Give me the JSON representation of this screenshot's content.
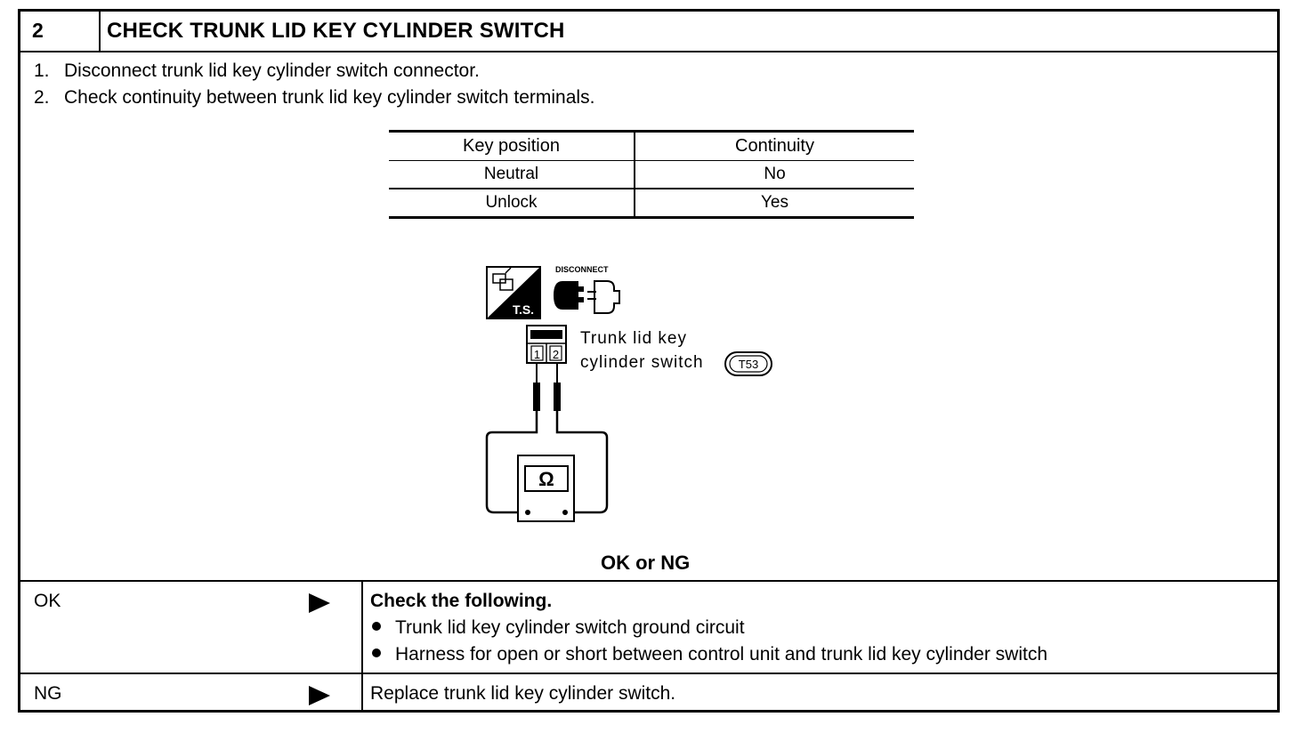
{
  "header": {
    "step_number": "2",
    "title": "CHECK TRUNK LID KEY CYLINDER SWITCH"
  },
  "steps": [
    {
      "num": "1.",
      "text": "Disconnect trunk lid key cylinder switch connector."
    },
    {
      "num": "2.",
      "text": "Check continuity between trunk lid key cylinder switch terminals."
    }
  ],
  "table": {
    "headers": [
      "Key position",
      "Continuity"
    ],
    "rows": [
      [
        "Neutral",
        "No"
      ],
      [
        "Unlock",
        "Yes"
      ]
    ]
  },
  "diagram": {
    "ts_icon_label": "T.S.",
    "disconnect_label": "DISCONNECT",
    "connector_label_line1": "Trunk lid key",
    "connector_label_line2": "cylinder switch",
    "connector_id": "T53",
    "terminal_1": "1",
    "terminal_2": "2",
    "meter_symbol": "Ω"
  },
  "ok_ng_heading": "OK or NG",
  "results": {
    "ok": {
      "label": "OK",
      "heading": "Check the following.",
      "items": [
        "Trunk lid key cylinder switch ground circuit",
        "Harness for open or short between control unit and trunk lid key cylinder switch"
      ]
    },
    "ng": {
      "label": "NG",
      "action": "Replace trunk lid key cylinder switch."
    }
  }
}
